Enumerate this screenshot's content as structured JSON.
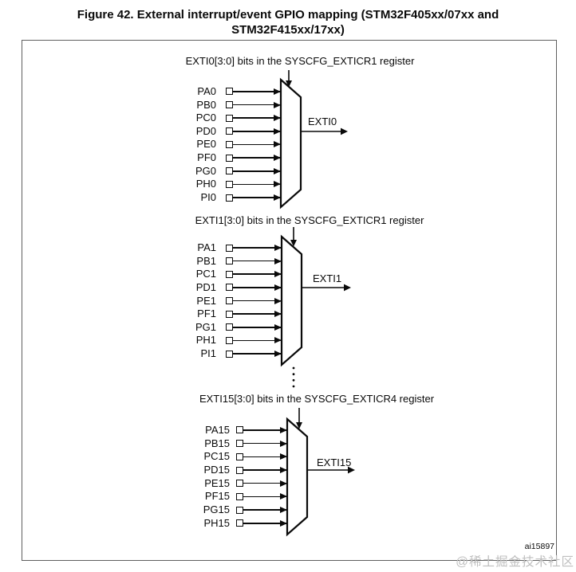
{
  "title": {
    "line1": "Figure 42. External interrupt/event GPIO mapping (STM32F405xx/07xx and",
    "line2": "STM32F415xx/17xx)"
  },
  "sections": [
    {
      "header": "EXTI0[3:0] bits in the SYSCFG_EXTICR1 register",
      "inputs": [
        "PA0",
        "PB0",
        "PC0",
        "PD0",
        "PE0",
        "PF0",
        "PG0",
        "PH0",
        "PI0"
      ],
      "output": "EXTI0"
    },
    {
      "header": "EXTI1[3:0] bits in the SYSCFG_EXTICR1 register",
      "inputs": [
        "PA1",
        "PB1",
        "PC1",
        "PD1",
        "PE1",
        "PF1",
        "PG1",
        "PH1",
        "PI1"
      ],
      "output": "EXTI1"
    },
    {
      "header": "EXTI15[3:0] bits in the SYSCFG_EXTICR4 register",
      "inputs": [
        "PA15",
        "PB15",
        "PC15",
        "PD15",
        "PE15",
        "PF15",
        "PG15",
        "PH15"
      ],
      "output": "EXTI15"
    }
  ],
  "footer": {
    "figure_ref": "ai15897",
    "watermark": "@稀土掘金技术社区"
  },
  "colors": {
    "line": "#0a0a0a",
    "frame_border": "#5f5f5f",
    "watermark": "#bfbfbf",
    "background": "#ffffff"
  }
}
